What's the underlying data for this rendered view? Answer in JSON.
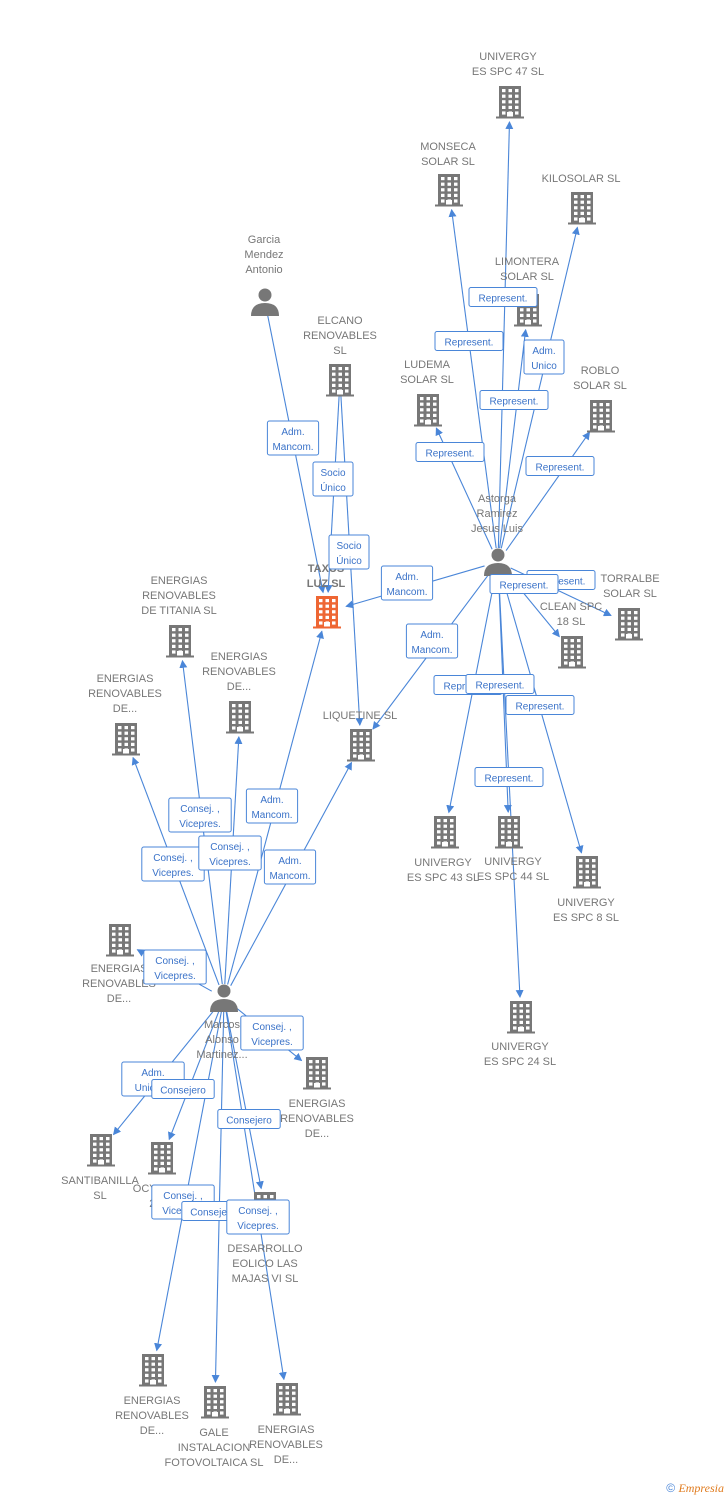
{
  "colors": {
    "edge": "#4a86d8",
    "node": "#777777",
    "focus": "#ee6633",
    "label": "#777777"
  },
  "nodes": [
    {
      "id": "univergy47",
      "type": "company",
      "lines": [
        "UNIVERGY",
        "ES SPC 47  SL"
      ]
    },
    {
      "id": "monseca",
      "type": "company",
      "lines": [
        "MONSECA",
        "SOLAR  SL"
      ]
    },
    {
      "id": "kilosolar",
      "type": "company",
      "lines": [
        "KILOSOLAR  SL"
      ]
    },
    {
      "id": "garcia",
      "type": "person",
      "lines": [
        "Garcia",
        "Mendez",
        "Antonio"
      ]
    },
    {
      "id": "limontera",
      "type": "company",
      "lines": [
        "LIMONTERA",
        "SOLAR  SL"
      ]
    },
    {
      "id": "elcano",
      "type": "company",
      "lines": [
        "ELCANO",
        "RENOVABLES",
        "SL"
      ]
    },
    {
      "id": "ludema",
      "type": "company",
      "lines": [
        "LUDEMA",
        "SOLAR  SL"
      ]
    },
    {
      "id": "roblo",
      "type": "company",
      "lines": [
        "ROBLO",
        "SOLAR  SL"
      ]
    },
    {
      "id": "astorga",
      "type": "person",
      "lines": [
        "Astorga",
        "Ramirez",
        "Jesus Luis"
      ]
    },
    {
      "id": "taxus",
      "type": "focus",
      "lines": [
        "TAXUS",
        "LUZ  SL"
      ]
    },
    {
      "id": "titania",
      "type": "company",
      "lines": [
        "ENERGIAS",
        "RENOVABLES",
        "DE TITANIA  SL"
      ]
    },
    {
      "id": "torralbe",
      "type": "company",
      "lines": [
        "TORRALBE",
        "SOLAR  SL"
      ]
    },
    {
      "id": "clean18",
      "type": "company",
      "lines": [
        "CLEAN SPC",
        "18  SL"
      ]
    },
    {
      "id": "erde1",
      "type": "company",
      "lines": [
        "ENERGIAS",
        "RENOVABLES",
        "DE..."
      ]
    },
    {
      "id": "erde2",
      "type": "company",
      "lines": [
        "ENERGIAS",
        "RENOVABLES",
        "DE..."
      ]
    },
    {
      "id": "liquetine",
      "type": "company",
      "lines": [
        "LIQUETINE  SL"
      ]
    },
    {
      "id": "univergy43",
      "type": "company",
      "lines": [
        "UNIVERGY",
        "ES SPC 43  SL"
      ]
    },
    {
      "id": "univergy44",
      "type": "company",
      "lines": [
        "UNIVERGY",
        "ES SPC 44  SL"
      ]
    },
    {
      "id": "univergy8",
      "type": "company",
      "lines": [
        "UNIVERGY",
        "ES SPC 8  SL"
      ]
    },
    {
      "id": "erde3",
      "type": "company",
      "lines": [
        "ENERGIAS",
        "RENOVABLES",
        "DE..."
      ]
    },
    {
      "id": "marcos",
      "type": "person",
      "lines": [
        "Marcos",
        "Alonso",
        "Martinez..."
      ]
    },
    {
      "id": "univergy24",
      "type": "company",
      "lines": [
        "UNIVERGY",
        "ES SPC 24  SL"
      ]
    },
    {
      "id": "erde4",
      "type": "company",
      "lines": [
        "ENERGIAS",
        "RENOVABLES",
        "DE..."
      ]
    },
    {
      "id": "santibanilla",
      "type": "company",
      "lines": [
        "SANTIBANILLA",
        "SL"
      ]
    },
    {
      "id": "ocyener",
      "type": "company",
      "lines": [
        "OCYENER",
        "20..."
      ]
    },
    {
      "id": "desarrollo",
      "type": "company",
      "lines": [
        "DESARROLLO",
        "EOLICO LAS",
        "MAJAS VI  SL"
      ]
    },
    {
      "id": "erde5",
      "type": "company",
      "lines": [
        "ENERGIAS",
        "RENOVABLES",
        "DE..."
      ]
    },
    {
      "id": "gale",
      "type": "company",
      "lines": [
        "GALE",
        "INSTALACION",
        "FOTOVOLTAICA SL"
      ]
    },
    {
      "id": "erde6",
      "type": "company",
      "lines": [
        "ENERGIAS",
        "RENOVABLES",
        "DE..."
      ]
    }
  ],
  "edges": [
    {
      "from": "astorga",
      "to": "univergy47",
      "label": [
        "Represent."
      ]
    },
    {
      "from": "astorga",
      "to": "monseca",
      "label": [
        "Represent."
      ]
    },
    {
      "from": "astorga",
      "to": "kilosolar",
      "label": [
        "Adm.",
        "Unico"
      ]
    },
    {
      "from": "astorga",
      "to": "limontera",
      "label": [
        "Represent."
      ]
    },
    {
      "from": "astorga",
      "to": "ludema",
      "label": [
        "Represent."
      ]
    },
    {
      "from": "astorga",
      "to": "roblo",
      "label": [
        "Represent."
      ]
    },
    {
      "from": "astorga",
      "to": "taxus",
      "label": [
        "Adm.",
        "Mancom."
      ]
    },
    {
      "from": "astorga",
      "to": "liquetine",
      "label": [
        "Adm.",
        "Mancom."
      ]
    },
    {
      "from": "astorga",
      "to": "torralbe",
      "label": [
        "Represent."
      ]
    },
    {
      "from": "astorga",
      "to": "clean18",
      "label": [
        "Represent."
      ]
    },
    {
      "from": "astorga",
      "to": "univergy43",
      "label": [
        "Represent."
      ]
    },
    {
      "from": "astorga",
      "to": "univergy44",
      "label": [
        "Represent."
      ]
    },
    {
      "from": "astorga",
      "to": "univergy8",
      "label": [
        "Represent."
      ]
    },
    {
      "from": "astorga",
      "to": "univergy24",
      "label": [
        "Represent."
      ]
    },
    {
      "from": "garcia",
      "to": "taxus",
      "label": [
        "Adm.",
        "Mancom."
      ]
    },
    {
      "from": "elcano",
      "to": "taxus",
      "label": [
        "Socio",
        "Único"
      ]
    },
    {
      "from": "elcano",
      "to": "liquetine",
      "label": [
        "Socio",
        "Único"
      ]
    },
    {
      "from": "marcos",
      "to": "taxus",
      "label": [
        "Adm.",
        "Mancom."
      ]
    },
    {
      "from": "marcos",
      "to": "liquetine",
      "label": [
        "Adm.",
        "Mancom."
      ]
    },
    {
      "from": "marcos",
      "to": "titania",
      "label": [
        "Consej. ,",
        "Vicepres."
      ]
    },
    {
      "from": "marcos",
      "to": "erde1",
      "label": [
        "Consej. ,",
        "Vicepres."
      ]
    },
    {
      "from": "marcos",
      "to": "erde2",
      "label": [
        "Consej. ,",
        "Vicepres."
      ]
    },
    {
      "from": "marcos",
      "to": "erde3",
      "label": [
        "Consej. ,",
        "Vicepres."
      ]
    },
    {
      "from": "marcos",
      "to": "erde4",
      "label": [
        "Consej. ,",
        "Vicepres."
      ]
    },
    {
      "from": "marcos",
      "to": "santibanilla",
      "label": [
        "Adm.",
        "Unico,..."
      ]
    },
    {
      "from": "marcos",
      "to": "ocyener",
      "label": [
        "Consejero"
      ]
    },
    {
      "from": "marcos",
      "to": "desarrollo",
      "label": [
        "Consejero"
      ]
    },
    {
      "from": "marcos",
      "to": "erde5",
      "label": [
        "Consej. ,",
        "Vicepres."
      ]
    },
    {
      "from": "marcos",
      "to": "gale",
      "label": [
        "Consejero"
      ]
    },
    {
      "from": "marcos",
      "to": "erde6",
      "label": [
        "Consej. ,",
        "Vicepres."
      ]
    }
  ],
  "footer": {
    "copyright": "©",
    "brand": "Empresia"
  }
}
